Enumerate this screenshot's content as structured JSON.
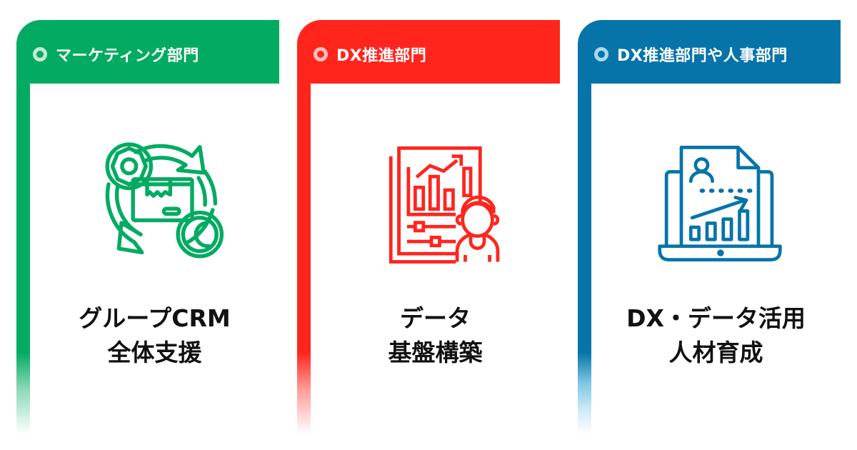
{
  "cards": [
    {
      "department": "マーケティング部門",
      "icon": "crm-cycle-icon",
      "title_line1": "グループCRM",
      "title_line2": "全体支援",
      "color": "#03AB62",
      "ring_color": "#C4E9D6"
    },
    {
      "department": "DX推進部門",
      "icon": "data-dashboard-analyst-icon",
      "title_line1": "データ",
      "title_line2": "基盤構築",
      "color": "#FF251D",
      "ring_color": "#FFC1BE"
    },
    {
      "department": "DX推進部門や人事部門",
      "icon": "laptop-report-growth-icon",
      "title_line1": "DX・データ活用",
      "title_line2": "人材育成",
      "color": "#0774A9",
      "ring_color": "#A9D9EF"
    }
  ]
}
